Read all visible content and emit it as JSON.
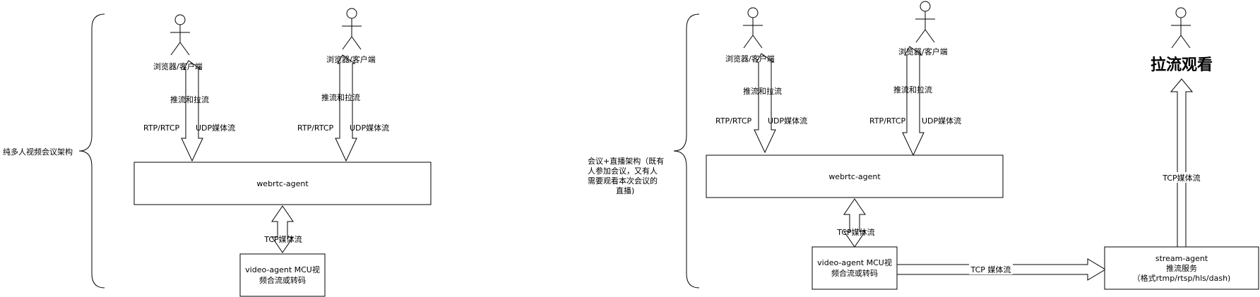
{
  "left": {
    "brace_label": "纯多人视频会议架构",
    "client1_label": "浏览器/客户端",
    "client2_label": "浏览器/客户端",
    "push_pull_1": "推流和拉流",
    "push_pull_2": "推流和拉流",
    "rtp_1": "RTP/RTCP",
    "udp_1": "UDP媒体流",
    "rtp_2": "RTP/RTCP",
    "udp_2": "UDP媒体流",
    "webrtc_label": "webrtc-agent",
    "tcp_label": "TCP媒体流",
    "video_agent_line1": "video-agent   MCU视",
    "video_agent_line2": "频合流或转码"
  },
  "right": {
    "brace_label_lines": [
      "会议+直播架构（既有",
      "人参加会议，又有人",
      "需要观看本次会议的",
      "直播)"
    ],
    "client1_label": "浏览器/客户端",
    "client2_label": "浏览器/客户端",
    "push_pull_1": "推流和拉流",
    "push_pull_2": "推流和拉流",
    "rtp_1": "RTP/RTCP",
    "udp_1": "UDP媒体流",
    "rtp_2": "RTP/RTCP",
    "udp_2": "UDP媒体流",
    "webrtc_label": "webrtc-agent",
    "tcp_label": "TCP媒体流",
    "video_agent_line1": "video-agent   MCU视",
    "video_agent_line2": "频合流或转码",
    "tcp_media_label": "TCP 媒体流",
    "stream_agent_line1": "stream-agent",
    "stream_agent_line2": "推流服务",
    "stream_agent_line3": "（格式rtmp/rtsp/hls/dash)",
    "stream_tcp_label": "TCP媒体流",
    "viewer_label": "拉流观看"
  }
}
